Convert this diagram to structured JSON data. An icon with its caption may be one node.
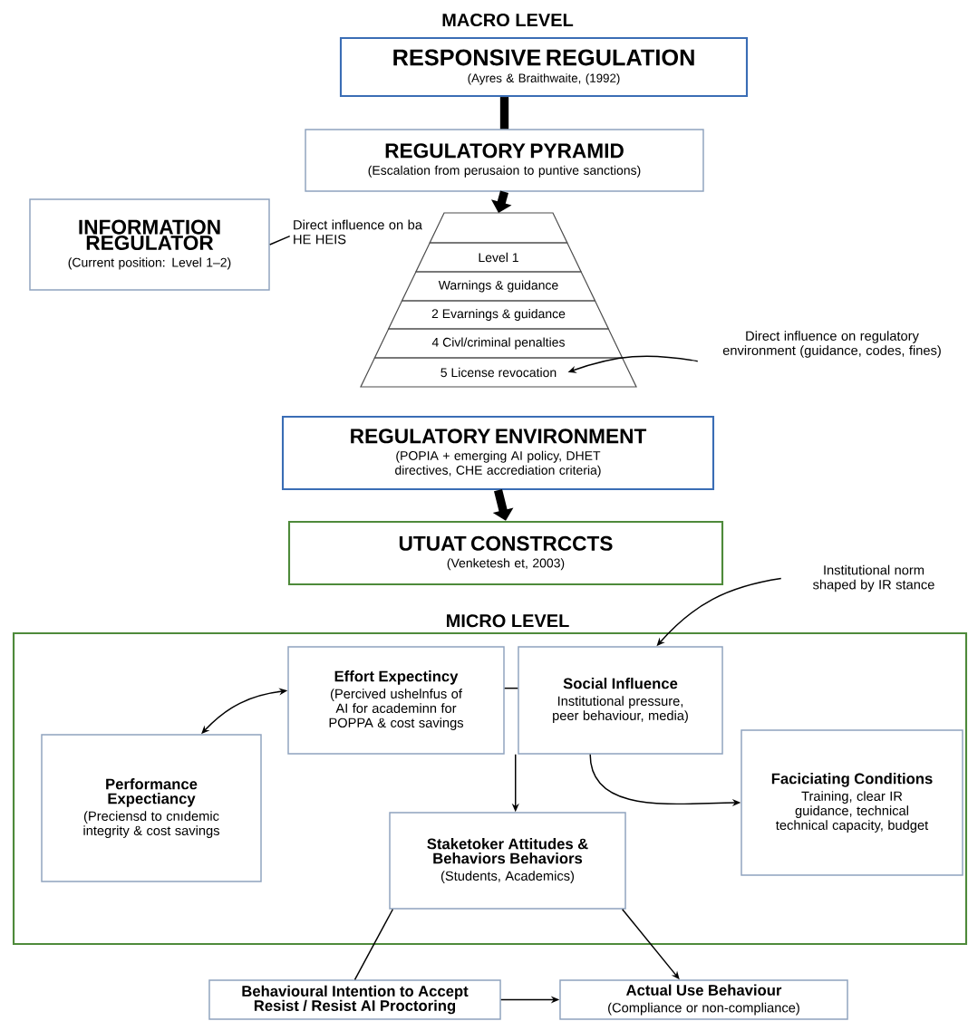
{
  "diagram": {
    "title": "MACRO LEVEL",
    "nodes": [
      {
        "text": [
          "RESPONSIVE REGULATION",
          "(Ayres & Braithwaite, (1992)"
        ]
      },
      {
        "text": [
          "REGULATORY PYRAMID",
          "(Escalation from perusaion to puntive sanctions)"
        ]
      },
      {
        "text": [
          "INFORMATION REGULATOR",
          "(Current position: Level 1–2)"
        ]
      },
      {
        "text": [],
        "shape": "trapezoid"
      },
      {
        "text": [
          "Level 1"
        ]
      },
      {
        "text": [
          "Warnings & guidance"
        ]
      },
      {
        "text": [
          "2 Evarnings & guidance"
        ]
      },
      {
        "text": [
          "4 Civl/criminal penalties"
        ]
      },
      {
        "text": [
          "5 License revocation"
        ]
      },
      {
        "text": [
          "Direct influence on ba HE HEIS"
        ]
      },
      {
        "text": [
          "Direct influence on regulatory environment (guidance, codes, fines)"
        ]
      },
      {
        "text": [
          "REGULATORY ENVIRONMENT",
          "(POPIA + emerging AI policy, DHET directives, CHE accrediation criteria)"
        ]
      },
      {
        "text": [
          "UTUAT CONSTRCCTS",
          "(Venketesh et, 2003)"
        ]
      },
      {
        "text": [
          "MICRO LEVEL"
        ]
      },
      {
        "text": [
          "Institutional norm shaped by IR stance"
        ]
      },
      {
        "text": [
          "Effort Expectincy",
          "(Percived ushelnfus of AI for academinn for POPPA & cost savings"
        ],
        "in": 13
      },
      {
        "text": [
          "Social Influence",
          "Institutional pressure, peer behaviour, media)"
        ],
        "in": 13
      },
      {
        "text": [
          "Performance Expectiancy",
          "(Preciensd to cnıdemic integrity & cost savings"
        ],
        "in": 13
      },
      {
        "text": [
          "Faciciating Conditions",
          "Training, clear IR guidance, technical technical capacity, budget"
        ],
        "in": 13
      },
      {
        "text": [
          "Staketoker Attitudes & Behaviors Behaviors",
          "(Students, Academics)"
        ],
        "in": 13
      },
      {
        "text": [
          "Behavioural Intention to Accept Resist / Resist AI Proctoring"
        ]
      },
      {
        "text": [
          "Actual Use Behaviour",
          "(Compliance or non-compliance)"
        ]
      }
    ],
    "edges": [
      {
        "from": 0,
        "to": 1,
        "arrow": "none",
        "style": "thick"
      },
      {
        "from": 1,
        "to": 3,
        "arrow": "to",
        "style": "thick"
      },
      {
        "from": 2,
        "to": 9,
        "arrow": "none"
      },
      {
        "from": 10,
        "to": 8,
        "arrow": "to"
      },
      {
        "from": 11,
        "to": 12,
        "arrow": "to",
        "style": "thick"
      },
      {
        "from": 14,
        "to": 16,
        "arrow": "to"
      },
      {
        "from": 17,
        "to": 15,
        "arrow": "both"
      },
      {
        "from": 15,
        "to": 16,
        "arrow": "none"
      },
      {
        "from": 15,
        "to": 19,
        "arrow": "to"
      },
      {
        "from": 16,
        "to": 18,
        "arrow": "to"
      },
      {
        "from": 19,
        "to": 20,
        "arrow": "none"
      },
      {
        "from": 19,
        "to": 21,
        "arrow": "to"
      },
      {
        "from": 20,
        "to": 21,
        "arrow": "to"
      }
    ]
  }
}
